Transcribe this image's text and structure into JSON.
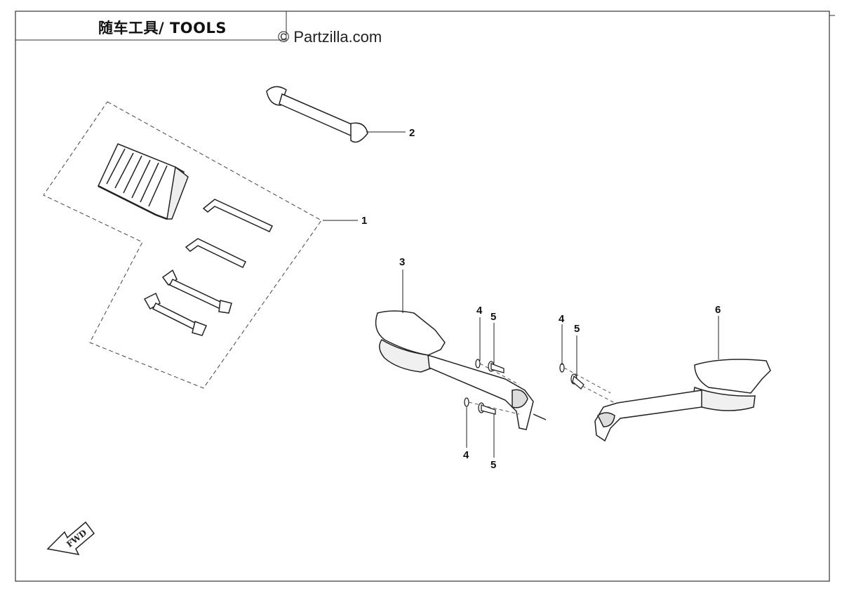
{
  "title_block": {
    "title": "随车工具/ TOOLS"
  },
  "watermark": "© Partzilla.com",
  "direction_arrow": {
    "label": "FWD",
    "icon": "fwd-arrow-icon"
  },
  "callouts": [
    {
      "id": "c1",
      "label": "1",
      "part": "tool-kit"
    },
    {
      "id": "c2",
      "label": "2",
      "part": "spanner-bar"
    },
    {
      "id": "c3",
      "label": "3",
      "part": "left-mirror"
    },
    {
      "id": "c4a",
      "label": "4",
      "part": "washer"
    },
    {
      "id": "c5a",
      "label": "5",
      "part": "bolt"
    },
    {
      "id": "c4b",
      "label": "4",
      "part": "washer"
    },
    {
      "id": "c5b",
      "label": "5",
      "part": "bolt"
    },
    {
      "id": "c4c",
      "label": "4",
      "part": "washer"
    },
    {
      "id": "c5c",
      "label": "5",
      "part": "bolt"
    },
    {
      "id": "c6",
      "label": "6",
      "part": "right-mirror"
    }
  ],
  "colors": {
    "line": "#222222",
    "border": "#333333",
    "background": "#ffffff"
  }
}
